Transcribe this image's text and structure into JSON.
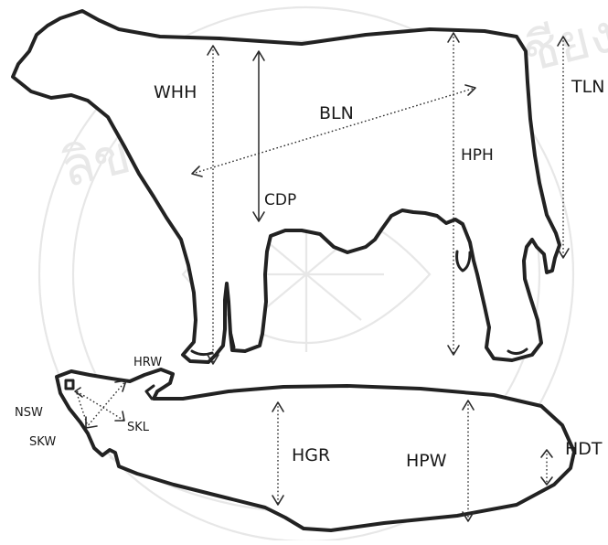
{
  "watermark": {
    "text": "ลิขสิทธิ์มหาวิทยาลัยเชียงใหม่",
    "color": "#e8e8e8"
  },
  "side_view": {
    "labels": {
      "whh": "WHH",
      "bln": "BLN",
      "cdp": "CDP",
      "hph": "HPH",
      "tln": "TLN"
    }
  },
  "top_view": {
    "labels": {
      "hrw": "HRW",
      "nsw": "NSW",
      "skw": "SKW",
      "skl": "SKL",
      "hgr": "HGR",
      "hpw": "HPW",
      "hdt": "HDT"
    }
  },
  "colors": {
    "outline": "#222222",
    "measure_line": "#2a2a2a",
    "text": "#1a1a1a"
  }
}
